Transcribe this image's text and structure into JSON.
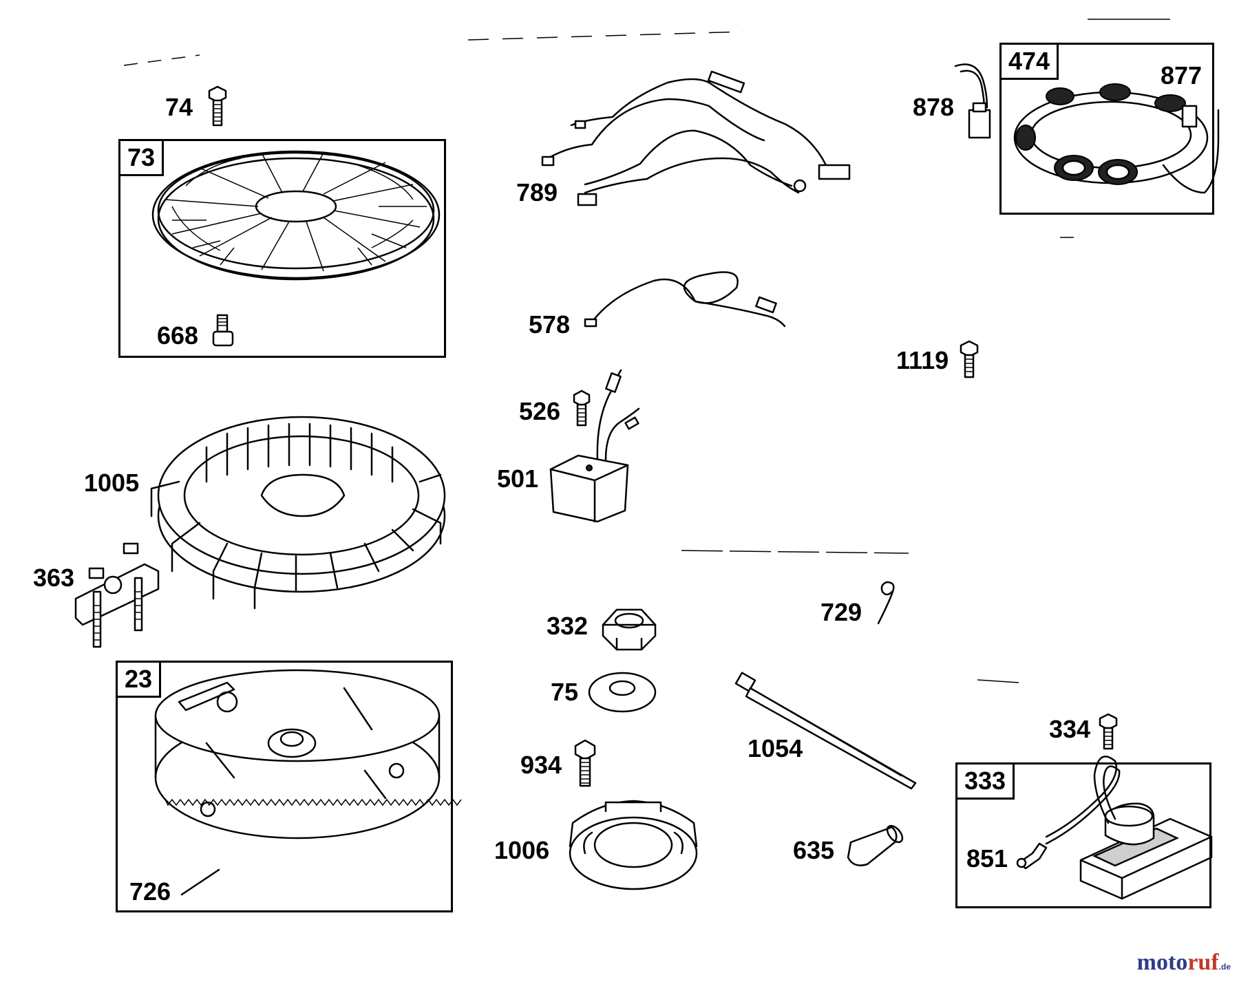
{
  "labels": {
    "p74": "74",
    "p73": "73",
    "p668": "668",
    "p789": "789",
    "p578": "578",
    "p878": "878",
    "p474": "474",
    "p877": "877",
    "p1119": "1119",
    "p526": "526",
    "p501": "501",
    "p1005": "1005",
    "p363": "363",
    "p23": "23",
    "p726": "726",
    "p332": "332",
    "p75": "75",
    "p934": "934",
    "p1006": "1006",
    "p729": "729",
    "p1054": "1054",
    "p635": "635",
    "p334": "334",
    "p333": "333",
    "p851": "851"
  },
  "brand": {
    "a": "moto",
    "b": "ruf",
    "c": ".de",
    "color_a": "#2d3b8c",
    "color_b": "#c0392b"
  }
}
